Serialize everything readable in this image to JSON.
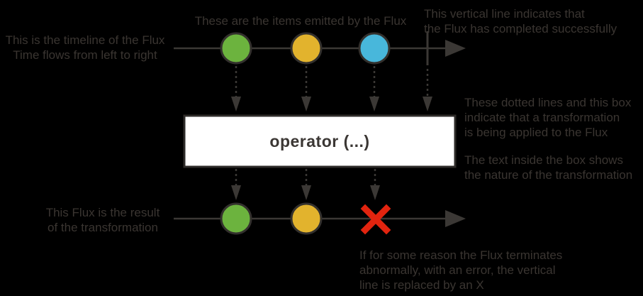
{
  "annotations": {
    "timeline": "This is the timeline of the Flux\nTime flows from left to right",
    "items": "These are the items emitted by the Flux",
    "complete": "This vertical line indicates that\nthe Flux has completed successfully",
    "transformation": "These dotted lines and this box\nindicate that a transformation\nis being applied to the Flux",
    "box_text": "The text inside the box shows\nthe nature of the transformation",
    "result": "This Flux is the result\nof the transformation",
    "error": "If for some reason the Flux terminates\nabnormally, with an error, the vertical\nline is replaced by an X"
  },
  "operator": {
    "label": "operator (...)"
  },
  "colors": {
    "background": "#000000",
    "line": "#3b3835",
    "outline": "#33302d",
    "text": "#3a3531",
    "item_green": "#6cb33e",
    "item_yellow": "#e2b32d",
    "item_blue": "#48b7db",
    "error_red": "#e2240f",
    "box_fill": "#ffffff",
    "box_border": "#2e2b29"
  },
  "diagram": {
    "source_items": [
      "green",
      "yellow",
      "blue"
    ],
    "source_terminal": "complete",
    "result_items": [
      "green",
      "yellow"
    ],
    "result_terminal": "error"
  }
}
